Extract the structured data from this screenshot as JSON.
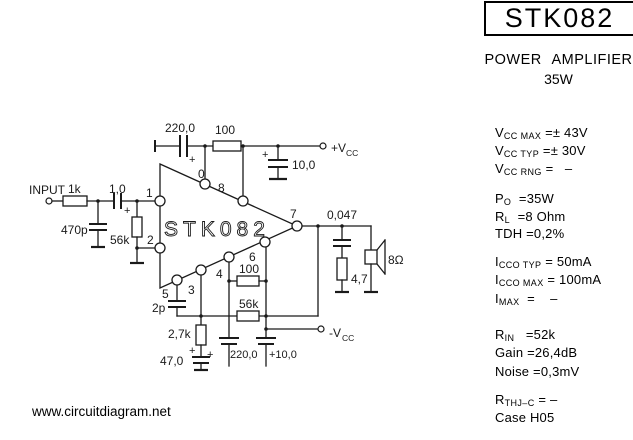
{
  "header": {
    "title": "STK082",
    "subtitle": "POWER AMPLIFIER",
    "rating": "35W"
  },
  "specs": [
    {
      "base": "V",
      "sub": "CC MAX",
      "val": " =± 43V"
    },
    {
      "base": "V",
      "sub": "CC TYP",
      "val": " =± 30V"
    },
    {
      "base": "V",
      "sub": "CC RNG",
      "val": " =   –"
    },
    {
      "base": "P",
      "sub": "O",
      "val": "  =35W"
    },
    {
      "base": "R",
      "sub": "L",
      "val": "  =8 Ohm"
    },
    {
      "base": "TDH",
      "sub": "",
      "val": " =0,2%"
    },
    {
      "base": "I",
      "sub": "CCO TYP",
      "val": " = 50mA"
    },
    {
      "base": "I",
      "sub": "CCO MAX",
      "val": " = 100mA"
    },
    {
      "base": "I",
      "sub": "MAX",
      "val": "  =    –"
    },
    {
      "base": "R",
      "sub": "IN",
      "val": "   =52k"
    },
    {
      "base": "Gain",
      "sub": "",
      "val": " =26,4dB"
    },
    {
      "base": "Noise",
      "sub": "",
      "val": " =0,3mV"
    },
    {
      "base": "R",
      "sub": "THJ–C",
      "val": " = –"
    },
    {
      "base": "Case H05",
      "sub": "",
      "val": ""
    }
  ],
  "schematic": {
    "labels": {
      "input": "INPUT",
      "r1k": "1k",
      "c1u": "1,0",
      "c470p": "470p",
      "r56k_in": "56k",
      "c220_top": "220,0",
      "r100_top": "100",
      "c10_top": "10,0",
      "vcc_pos": "+V",
      "vcc_neg": "-V",
      "vcc_sub": "CC",
      "chip": "STK082",
      "c047": "0,047",
      "r4_7": "4,7",
      "speaker": "8Ω",
      "c2p": "2p",
      "r100_fb": "100",
      "r56k_fb": "56k",
      "r2_7k": "2,7k",
      "c47u": "47,0",
      "c220_bot": "220,0",
      "c10_bot": "+10,0",
      "plus": "+"
    },
    "pins": {
      "p0": "0",
      "p1": "1",
      "p2": "2",
      "p3": "3",
      "p4": "4",
      "p5": "5",
      "p6": "6",
      "p7": "7",
      "p8": "8"
    }
  },
  "watermark": "www.circuitdiagram.net",
  "colors": {
    "ink": "#1a1a1a",
    "background": "#ffffff"
  }
}
